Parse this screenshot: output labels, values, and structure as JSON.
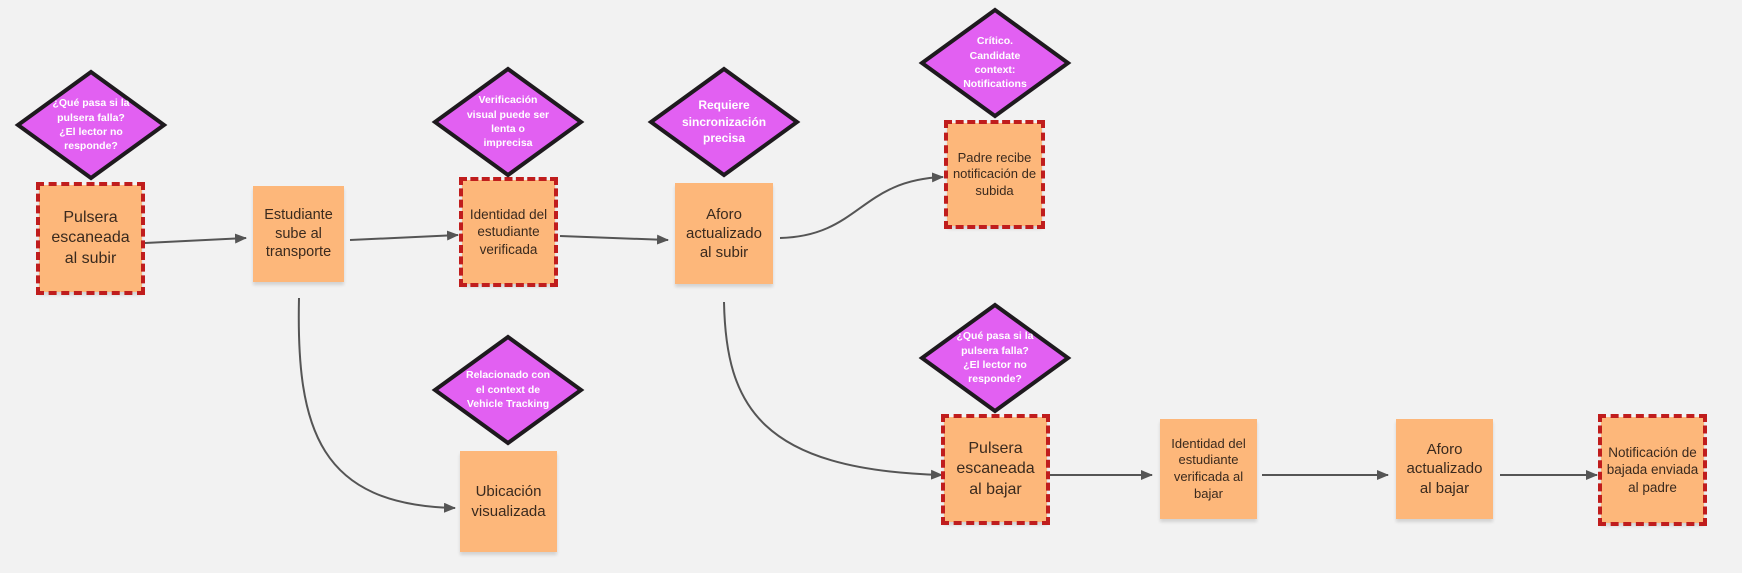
{
  "colors": {
    "background": "#f2f2f2",
    "sticky_fill": "#fdb77a",
    "flag_border": "#c01d1d",
    "diamond_fill": "#e260f2",
    "diamond_stroke": "#1e1a1e",
    "connector": "#555555"
  },
  "nodes": {
    "pulsera_subir": "Pulsera escaneada al subir",
    "estudiante_sube": "Estudiante sube al transporte",
    "identidad_verificada": "Identidad del estudiante verificada",
    "aforo_subir": "Aforo actualizado al subir",
    "padre_notificacion": "Padre recibe notificación de subida",
    "ubicacion": "Ubicación visualizada",
    "pulsera_bajar": "Pulsera escaneada al bajar",
    "identidad_bajar": "Identidad del estudiante verificada al bajar",
    "aforo_bajar": "Aforo actualizado al bajar",
    "notificacion_bajada": "Notificación de bajada enviada al padre"
  },
  "hotspots": {
    "pulsera_falla_1": "¿Qué pasa si la pulsera falla? ¿El lector no responde?",
    "verificacion_visual": "Verificación visual puede ser lenta o imprecisa",
    "sincronizacion": "Requiere sincronización precisa",
    "critico_notifications": "Crítico. Candidate context: Notifications",
    "vehicle_tracking": "Relacionado con el context de Vehicle Tracking",
    "pulsera_falla_2": "¿Qué pasa si la pulsera falla? ¿El lector no responde?"
  }
}
